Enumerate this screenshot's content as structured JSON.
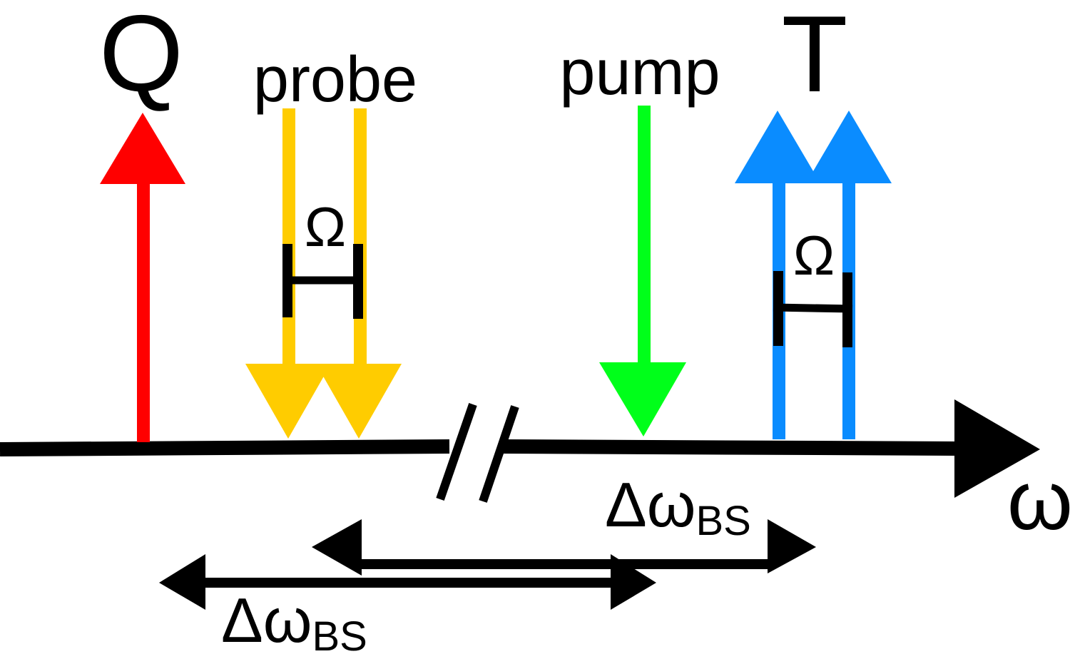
{
  "labels": {
    "q": "Q",
    "probe": "probe",
    "pump": "pump",
    "t": "T",
    "omega_axis": "ω",
    "omega_split_probe": "Ω",
    "omega_split_t": "Ω",
    "dw_upper_main": "Δω",
    "dw_upper_sub": "BS",
    "dw_lower_main": "Δω",
    "dw_lower_sub": "BS"
  },
  "colors": {
    "q": "#ff0000",
    "probe": "#ffcc00",
    "pump": "#00ff1a",
    "t": "#0a8cff",
    "axis": "#000000"
  }
}
